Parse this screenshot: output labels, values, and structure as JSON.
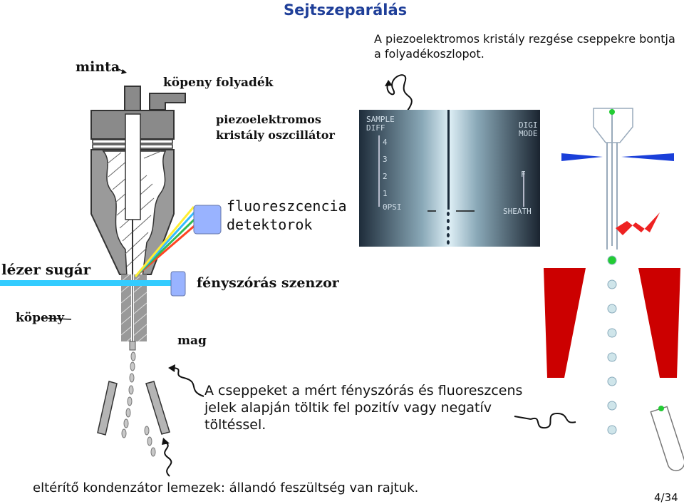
{
  "slide": {
    "title": "Sejtszeparálás",
    "intro": "A piezoelektromos kristály rezgése cseppekre bontja a folyadékoszlopot.",
    "page_number": "4/34",
    "labels": {
      "minta": "minta",
      "kopeny_folyadek": "köpeny folyadék",
      "piezo_line1": "piezoelektromos",
      "piezo_line2": "kristály oszcillátor",
      "fluor_line1": "fluoreszcencia",
      "fluor_line2": "detektorok",
      "laser": "lézer sugár",
      "scatter_sensor": "fényszórás szenzor",
      "kopeny": "köpeny",
      "mag": "mag"
    },
    "droplets_text": "A cseppeket a mért fényszórás és fluoreszcens jelek alapján töltik fel pozitív vagy negatív töltéssel.",
    "deflector_text": "eltérítő kondenzátor lemezek: állandó feszültség van rajtuk.",
    "photo_labels": {
      "sample": "SAMPLE",
      "diff": "DIFF",
      "psi": "PSI",
      "sheath": "SHEATH",
      "digi": "DIGI",
      "mode": "MODE",
      "f": "F",
      "scale": [
        "4",
        "3",
        "2",
        "1",
        "0"
      ]
    },
    "colors": {
      "title": "#1f3f99",
      "laser": "#33ccff",
      "detector": "#99b3ff",
      "deflector_plate": "#cc0000",
      "droplet": "#cfe5ea",
      "accent_blue": "#1a3fd9",
      "spark": "#ee2222",
      "selected_cell": "#22cc33"
    },
    "icons": [
      "lightning-icon",
      "squiggle-arrow-icon"
    ]
  }
}
